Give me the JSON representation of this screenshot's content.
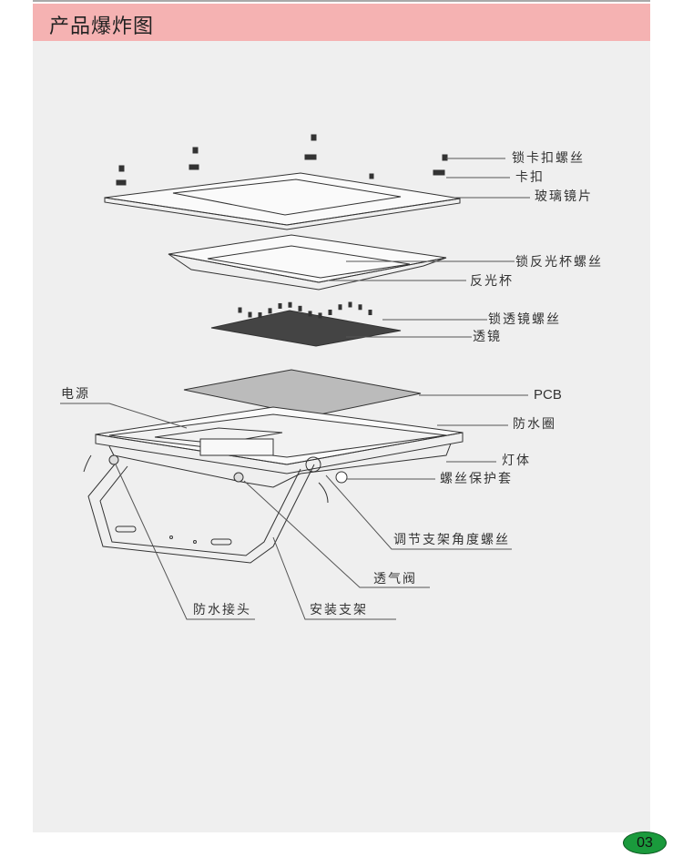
{
  "header": {
    "title": "产品爆炸图"
  },
  "labels": {
    "clip_screw": "锁卡扣螺丝",
    "clip": "卡扣",
    "glass_lens": "玻璃镜片",
    "reflector_screw": "锁反光杯螺丝",
    "reflector": "反光杯",
    "lens_screw": "锁透镜螺丝",
    "lens": "透镜",
    "pcb": "PCB",
    "power": "电源",
    "gasket": "防水圈",
    "body": "灯体",
    "screw_cover": "螺丝保护套",
    "angle_screw": "调节支架角度螺丝",
    "vent_valve": "透气阀",
    "waterproof_connector": "防水接头",
    "bracket": "安装支架"
  },
  "page_number": "03",
  "colors": {
    "header": "#f5b2b2",
    "panel": "#efefef",
    "page_badge": "#1a9a3c"
  }
}
